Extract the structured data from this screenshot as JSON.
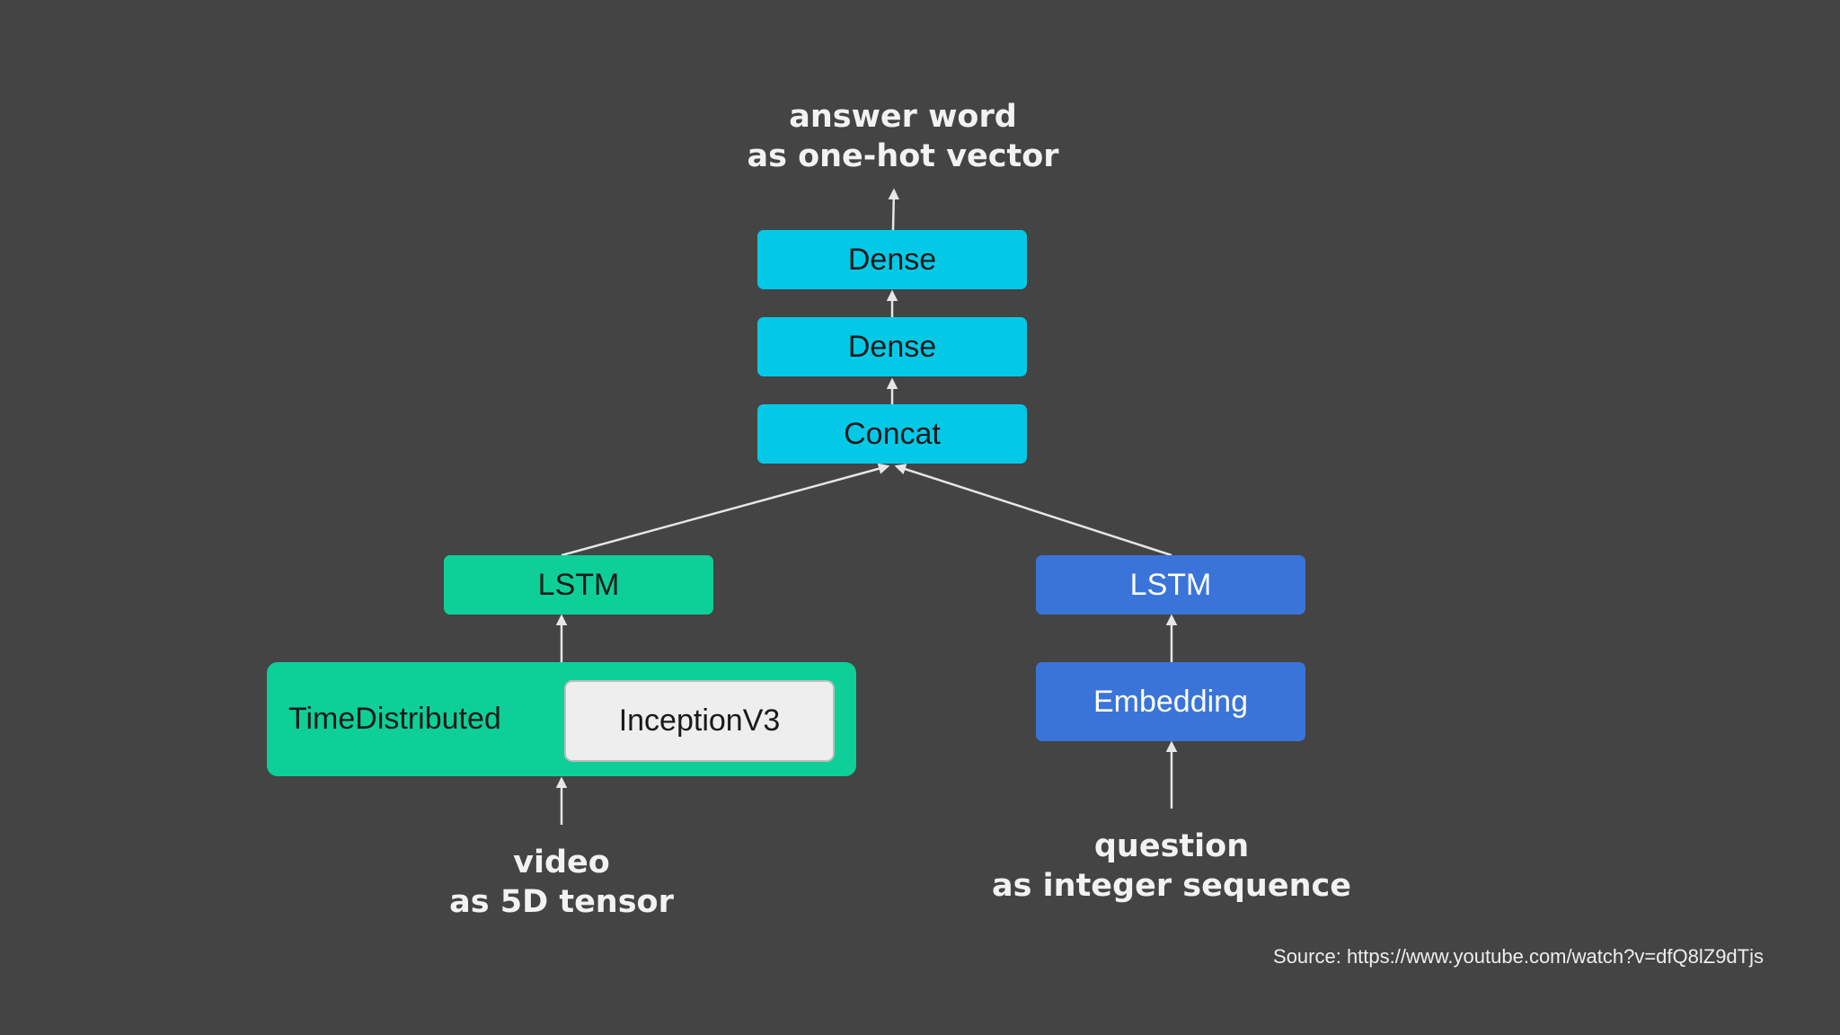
{
  "diagram": {
    "output_label": {
      "line1": "answer word",
      "line2": "as one-hot vector"
    },
    "dense_top": "Dense",
    "dense_mid": "Dense",
    "concat": "Concat",
    "lstm_video": "LSTM",
    "lstm_question": "LSTM",
    "time_distributed": "TimeDistributed",
    "inception": "InceptionV3",
    "embedding": "Embedding",
    "video_label": {
      "line1": "video",
      "line2": "as 5D tensor"
    },
    "question_label": {
      "line1": "question",
      "line2": "as integer sequence"
    }
  },
  "source": "Source: https://www.youtube.com/watch?v=dfQ8lZ9dTjs",
  "colors": {
    "background": "#444444",
    "cyan_nodes": "#04c9e6",
    "green_nodes": "#0ecf97",
    "blue_nodes": "#3b74d9",
    "inception_box": "#eeeeee",
    "edges": "#e6e6e6"
  }
}
